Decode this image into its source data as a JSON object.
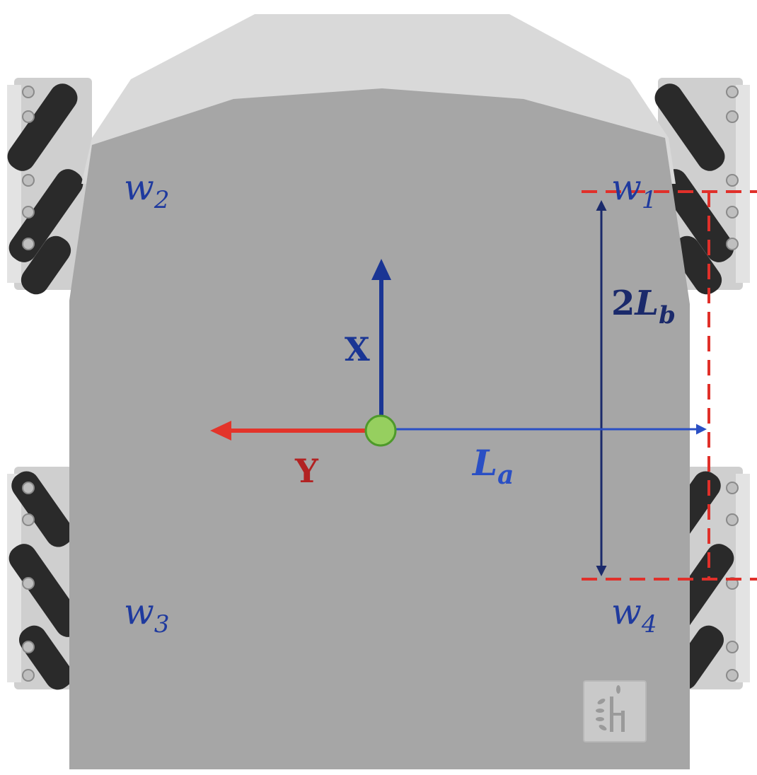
{
  "labels": {
    "w1": {
      "base": "w",
      "sub": "1"
    },
    "w2": {
      "base": "w",
      "sub": "2"
    },
    "w3": {
      "base": "w",
      "sub": "3"
    },
    "w4": {
      "base": "w",
      "sub": "4"
    },
    "x_axis": "X",
    "y_axis": "Y",
    "la": {
      "base": "L",
      "sub": "a"
    },
    "lb": {
      "coef": "2",
      "base": "L",
      "sub": "b"
    }
  },
  "colors": {
    "body": "#a6a6a6",
    "top_plate": "#d9d9d9",
    "wheel_roller": "#2a2a2a",
    "wheel_hub": "#cfcfcf",
    "x_axis": "#1a3594",
    "y_axis": "#e3342a",
    "y_label": "#b22222",
    "la_arrow": "#2a4fc4",
    "la_label": "#2a4fc4",
    "lb_arrow": "#1b2a6b",
    "lb_label": "#1b2a6b",
    "dashed": "#e0302a",
    "origin_fill": "#96cf5f",
    "origin_stroke": "#4e9a2a",
    "wheel_label": "#1f3a9e"
  },
  "icons": {
    "logo": "h-logo-icon"
  }
}
